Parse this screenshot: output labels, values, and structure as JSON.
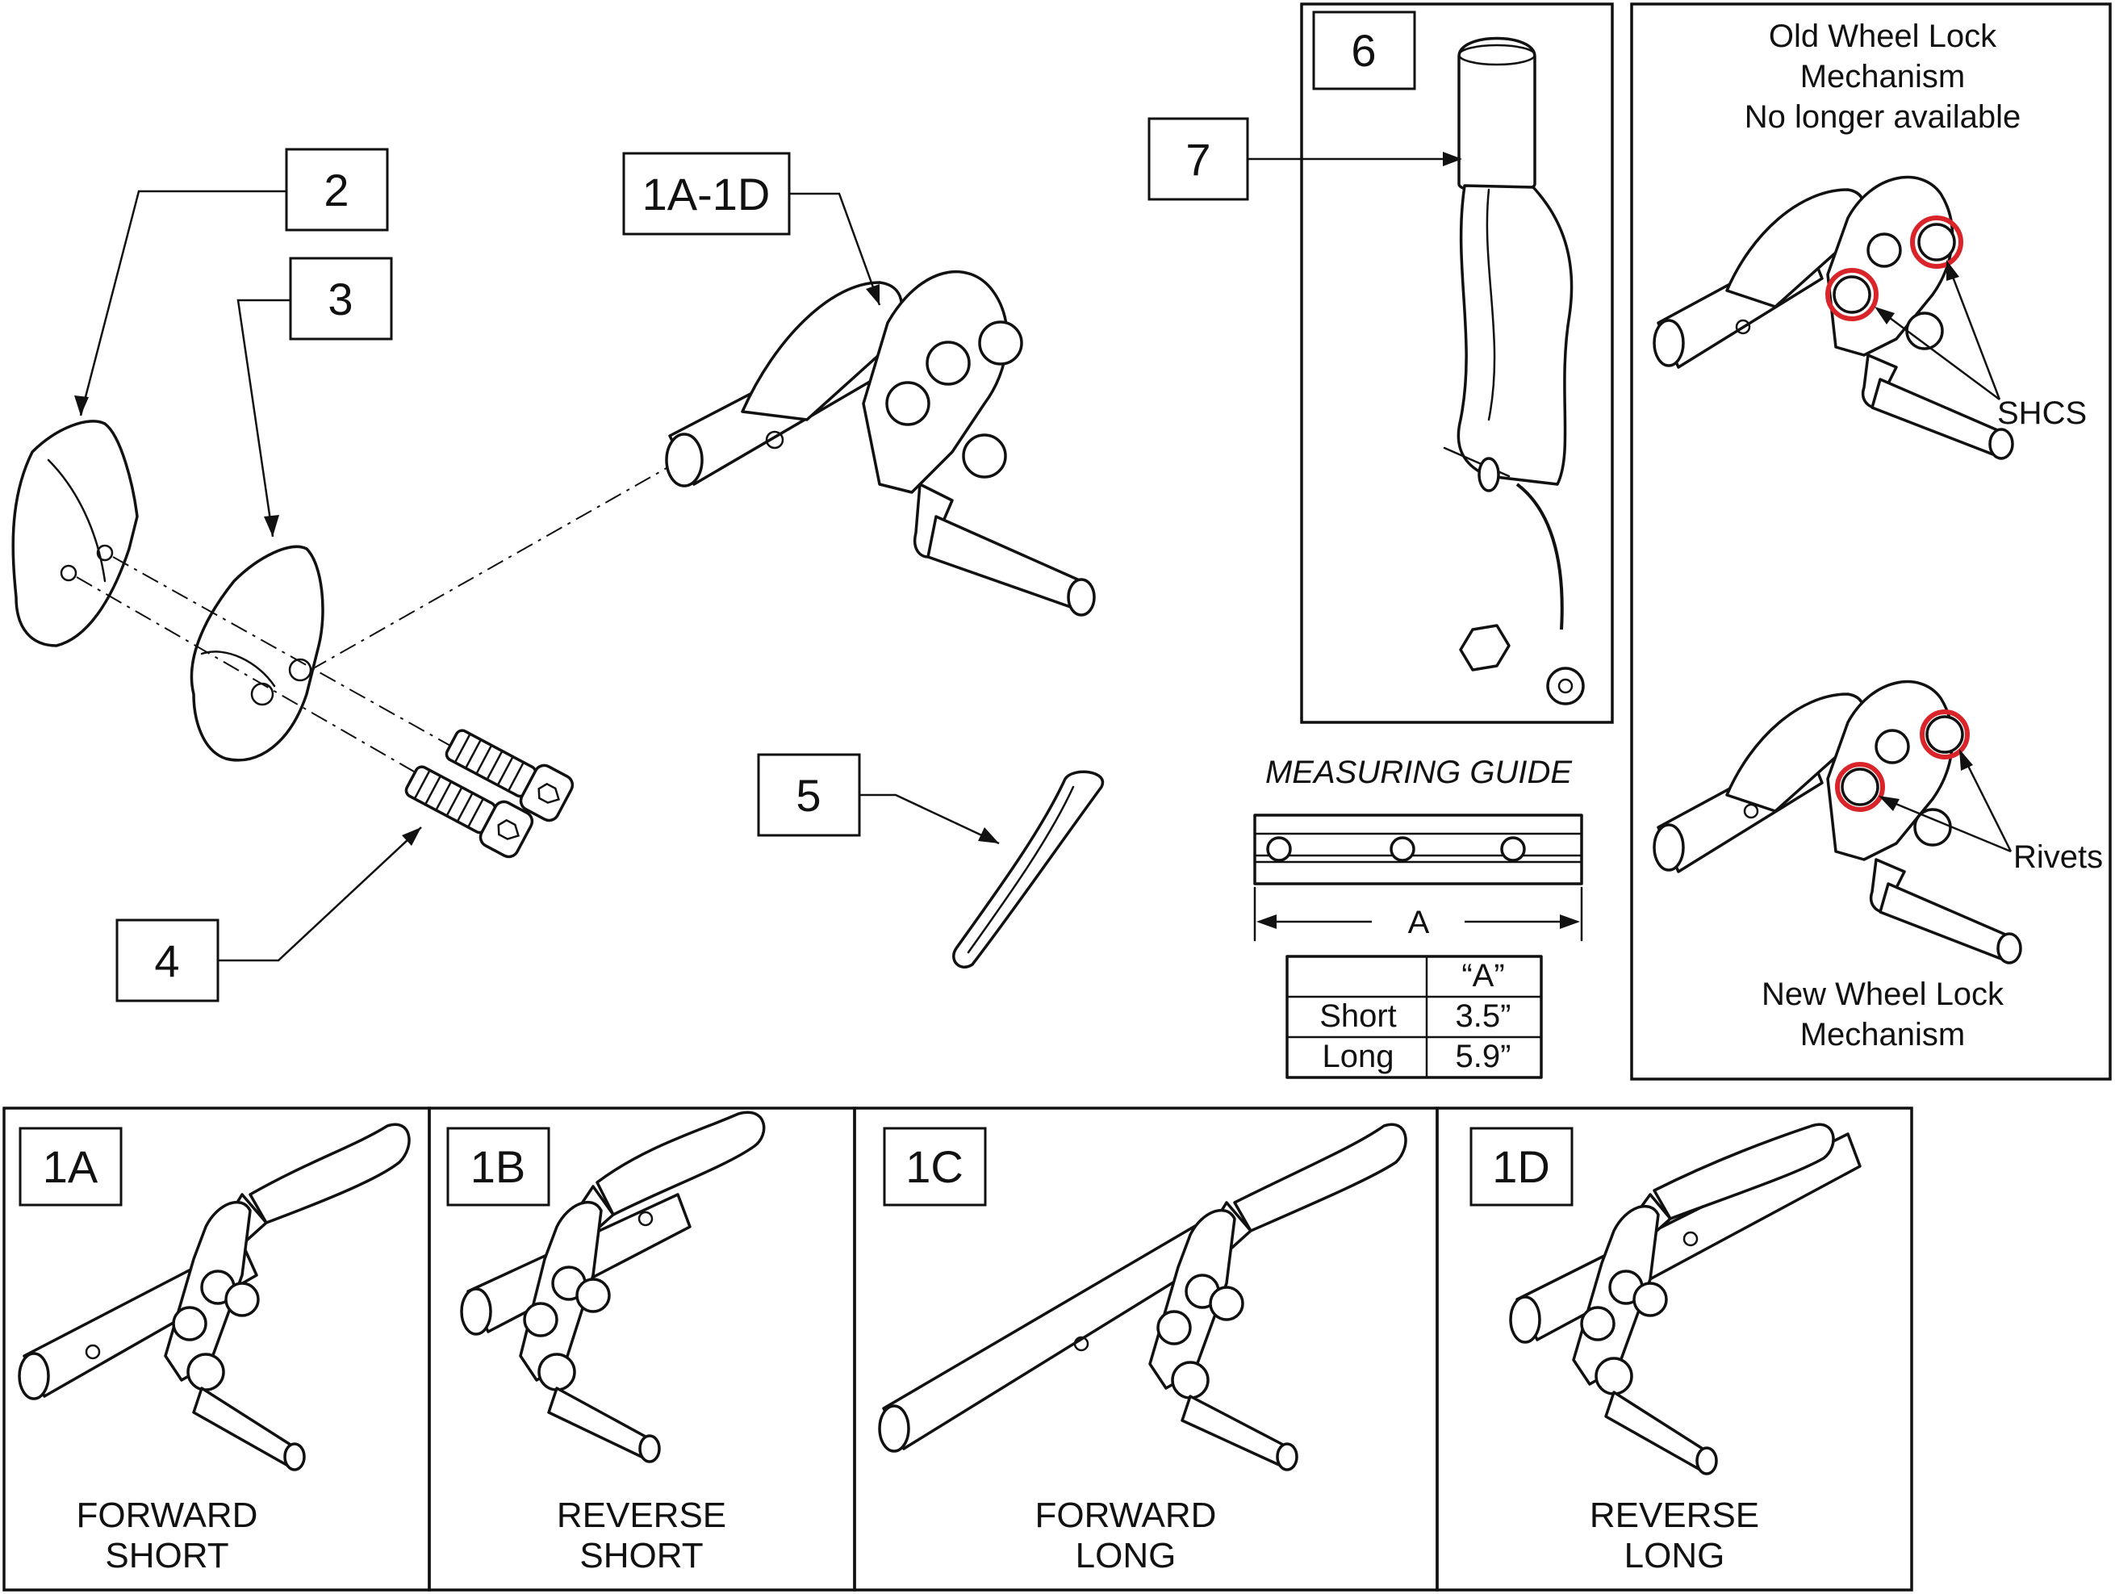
{
  "callouts": {
    "c2": "2",
    "c3": "3",
    "c1a1d": "1A-1D",
    "c4": "4",
    "c5": "5",
    "c6": "6",
    "c7": "7"
  },
  "measuring_guide": {
    "title": "MEASURING GUIDE",
    "dimension_label": "A",
    "table": {
      "header": "“A”",
      "rows": [
        {
          "label": "Short",
          "value": "3.5”"
        },
        {
          "label": "Long",
          "value": "5.9”"
        }
      ]
    }
  },
  "comparison": {
    "old_title_line1": "Old Wheel Lock",
    "old_title_line2": "Mechanism",
    "old_title_line3": "No longer available",
    "old_fastener_label": "SHCS",
    "new_fastener_label": "Rivets",
    "new_title_line1": "New Wheel Lock",
    "new_title_line2": "Mechanism"
  },
  "variants": [
    {
      "id": "1A",
      "line1": "FORWARD",
      "line2": "SHORT"
    },
    {
      "id": "1B",
      "line1": "REVERSE",
      "line2": "SHORT"
    },
    {
      "id": "1C",
      "line1": "FORWARD",
      "line2": "LONG"
    },
    {
      "id": "1D",
      "line1": "REVERSE",
      "line2": "LONG"
    }
  ],
  "colors": {
    "line": "#111111",
    "highlight": "#d9252a",
    "background": "#ffffff"
  }
}
